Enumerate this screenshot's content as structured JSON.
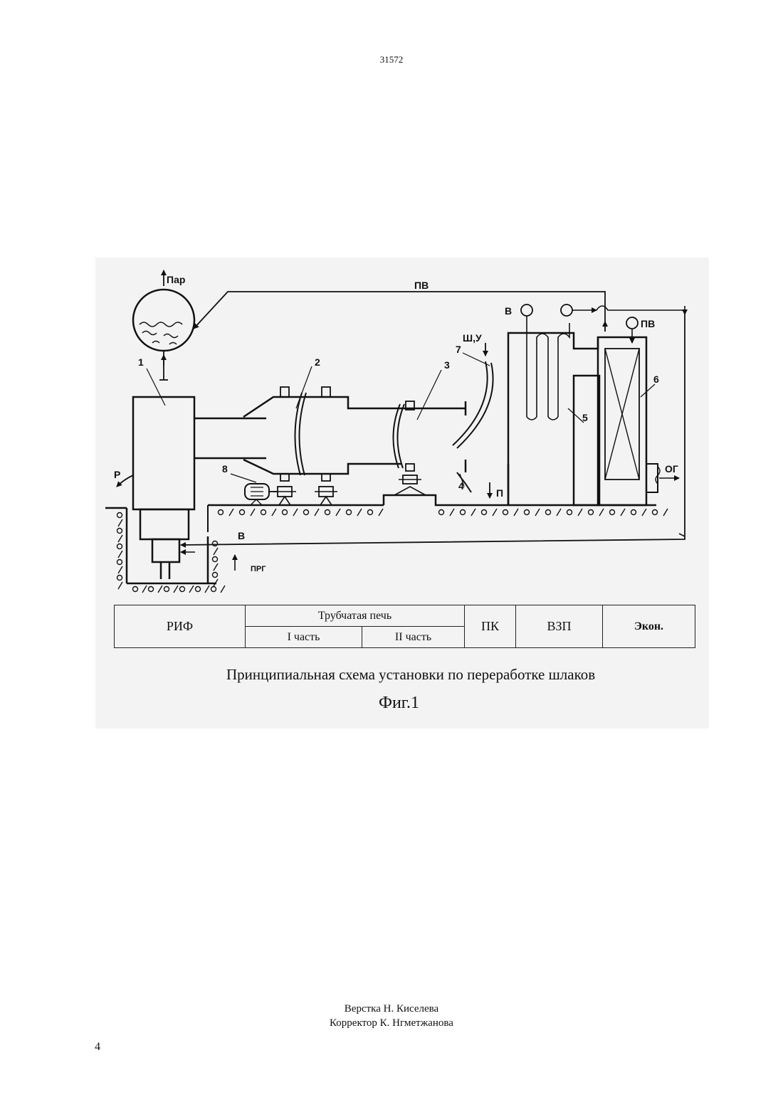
{
  "document": {
    "number": "31572",
    "page_number": "4"
  },
  "diagram": {
    "labels": {
      "steam": "Пар",
      "feed_water_top": "ПВ",
      "feed_water_right": "ПВ",
      "air_top": "В",
      "air_bottom": "В",
      "slag_coal_input": "Ш,У",
      "dust_output": "П",
      "flue_gas": "ОГ",
      "melt_output": "Р",
      "process_gas": "ПРГ",
      "callout_1": "1",
      "callout_2": "2",
      "callout_3": "3",
      "callout_4": "4",
      "callout_5": "5",
      "callout_6": "6",
      "callout_7": "7",
      "callout_8": "8"
    }
  },
  "table": {
    "rif": "РИФ",
    "tube_furnace": "Трубчатая печь",
    "part_one": "I часть",
    "part_two": "II часть",
    "pk": "ПК",
    "vzp": "ВЗП",
    "econ": "Экон."
  },
  "caption": "Принципиальная схема установки по переработке шлаков",
  "figure_label": "Фиг.1",
  "credits": {
    "typesetter": "Верстка Н. Киселева",
    "proofreader": "Корректор К. Нгметжанова"
  }
}
